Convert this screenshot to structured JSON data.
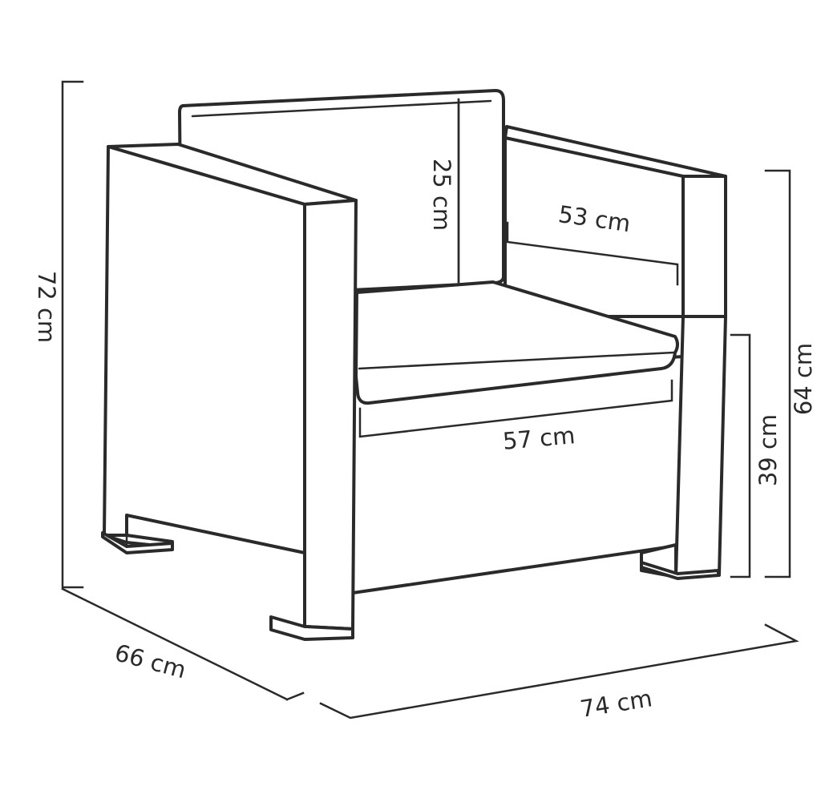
{
  "dimensions": {
    "total_height": "72 cm",
    "depth": "66 cm",
    "width": "74 cm",
    "back_height": "25 cm",
    "inner_width": "53 cm",
    "seat_width": "57 cm",
    "seat_height": "39 cm",
    "arm_height": "64 cm"
  },
  "colors": {
    "line": "#2a2a2a",
    "background": "#ffffff"
  }
}
